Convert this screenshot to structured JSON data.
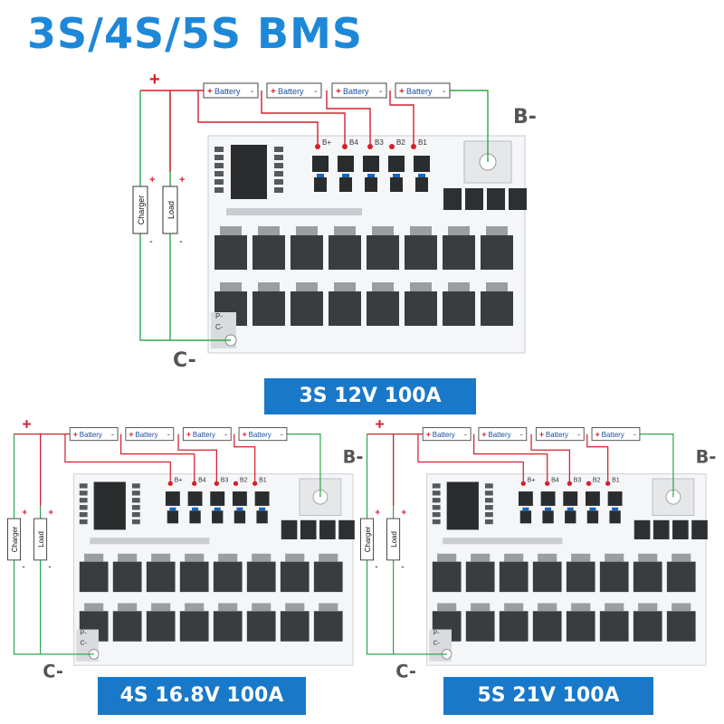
{
  "title": "3S/4S/5S  BMS",
  "labels": {
    "plus": "+",
    "minus": "-",
    "battery": "Battery",
    "charger": "Charger",
    "load": "Load",
    "b_minus": "B-",
    "c_minus": "C-",
    "pad_p": "P-",
    "pad_c": "C-",
    "pad_b_plus": "B+",
    "pad_b4": "B4",
    "pad_b3": "B3",
    "pad_b2": "B2",
    "pad_b1": "B1"
  },
  "colors": {
    "title_blue": "#1e88d8",
    "caption_bg": "#1a78c9",
    "wire_red": "#d61f2c",
    "wire_green": "#2ea84a",
    "pcb_white": "#f5f6f8",
    "mosfet": "#3a3d40"
  },
  "diagrams": [
    {
      "caption": "3S  12V  100A"
    },
    {
      "caption": "4S  16.8V  100A"
    },
    {
      "caption": "5S  21V  100A"
    }
  ]
}
